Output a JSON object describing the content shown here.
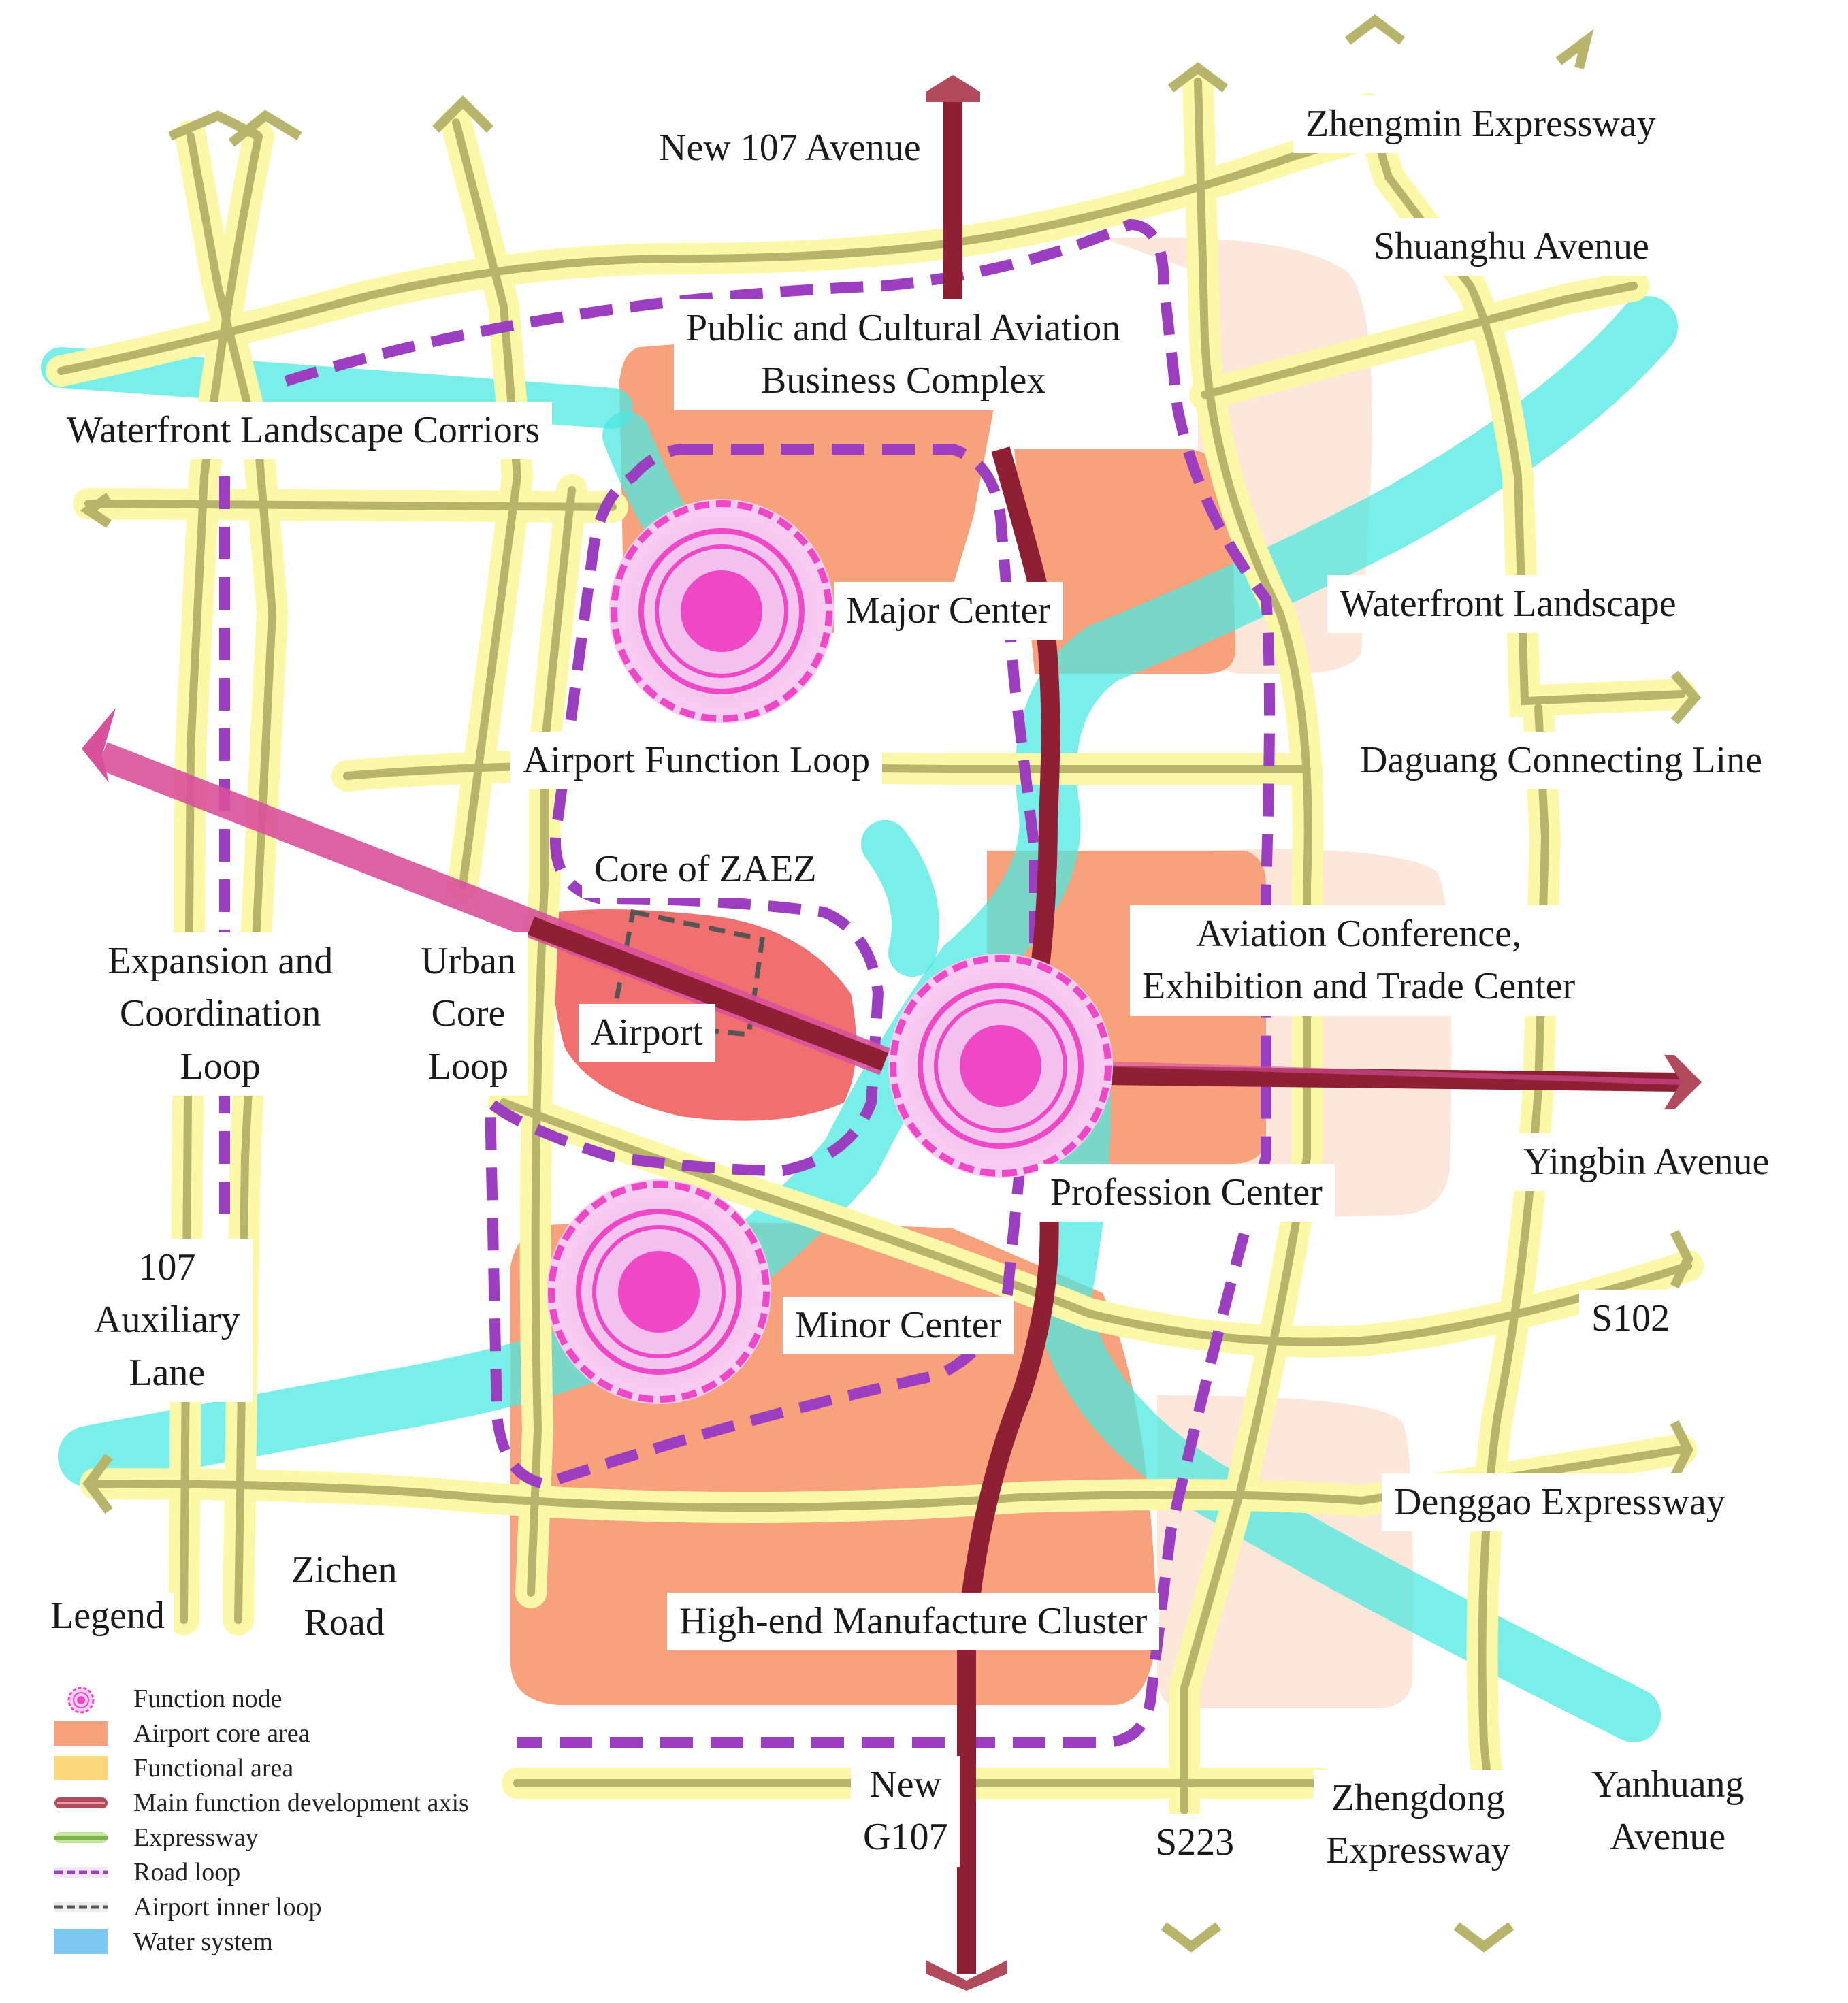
{
  "labels": {
    "new_107_avenue": "New 107 Avenue",
    "zhengmin_expressway": "Zhengmin Expressway",
    "shuanghu_avenue": "Shuanghu Avenue",
    "public_cultural_1": "Public and Cultural Aviation",
    "public_cultural_2": "Business Complex",
    "waterfront_corridors": "Waterfront Landscape Corriors",
    "major_center": "Major Center",
    "waterfront_landscape": "Waterfront Landscape",
    "airport_function_loop": "Airport Function Loop",
    "daguang_line": "Daguang Connecting Line",
    "core_of_zaez": "Core of ZAEZ",
    "aviation_conf_1": "Aviation Conference,",
    "aviation_conf_2": "Exhibition and Trade Center",
    "expansion_1": "Expansion and",
    "expansion_2": "Coordination",
    "expansion_3": "Loop",
    "urban_1": "Urban",
    "urban_2": "Core",
    "urban_3": "Loop",
    "airport": "Airport",
    "yingbin_avenue": "Yingbin Avenue",
    "profession_center": "Profession Center",
    "aux_1": "107",
    "aux_2": "Auxiliary",
    "aux_3": "Lane",
    "minor_center": "Minor Center",
    "s102": "S102",
    "denggao_expressway": "Denggao Expressway",
    "zichen_1": "Zichen",
    "zichen_2": "Road",
    "legend": "Legend",
    "high_end": "High-end Manufacture Cluster",
    "new_g107_1": "New",
    "new_g107_2": "G107",
    "s223": "S223",
    "zhengdong_1": "Zhengdong",
    "zhengdong_2": "Expressway",
    "yanhuang_1": "Yanhuang",
    "yanhuang_2": "Avenue"
  },
  "legend": [
    {
      "label": "Function node",
      "icon": "function-node-icon"
    },
    {
      "label": "Airport core area",
      "color": "#f7a27c"
    },
    {
      "label": "Functional area",
      "color": "#fbd97a"
    },
    {
      "label": "Main function development axis",
      "color": "#b24a5d"
    },
    {
      "label": "Expressway",
      "color": "#7ab648"
    },
    {
      "label": "Road loop",
      "color": "#9b3fc0"
    },
    {
      "label": "Airport inner loop",
      "color": "#555555"
    },
    {
      "label": "Water system",
      "color": "#7cc8f2"
    }
  ],
  "colors": {
    "core_area": "#f7a27c",
    "core_area_light": "#fde3d6",
    "airport": "#f06f6f",
    "road_glow": "#fbf9a8",
    "road_line": "#b7b56b",
    "water": "#4de8e0",
    "loop": "#9b3fc0",
    "axis_pink": "#d9509b",
    "axis_dark": "#8e1f35",
    "node": "#ef48c6"
  }
}
